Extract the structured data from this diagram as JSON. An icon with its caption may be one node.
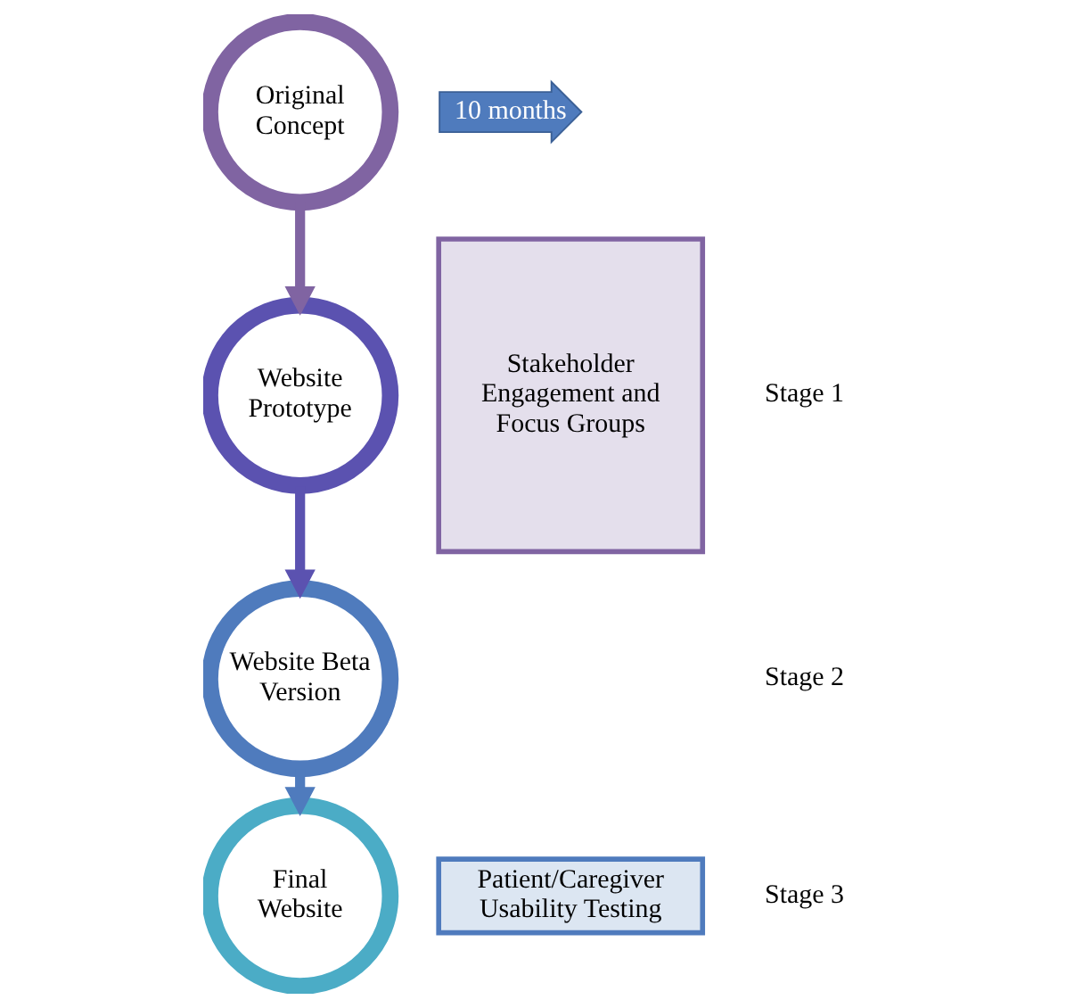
{
  "diagram": {
    "nodes": [
      {
        "text": [
          "Original Concept"
        ]
      },
      {
        "text": [
          "Website Prototype"
        ]
      },
      {
        "text": [
          "Website Beta Version"
        ]
      },
      {
        "text": [
          "Final Website"
        ]
      },
      {
        "text": [
          "Stakeholder Engagement and Focus Groups"
        ]
      },
      {
        "text": [
          "Patient/Caregiver Usability Testing"
        ]
      }
    ],
    "edges": [
      {
        "from": 0,
        "to": 1,
        "arrow": "to",
        "color": "#8064a2"
      },
      {
        "from": 1,
        "to": 2,
        "arrow": "to",
        "color": "#5b52b0"
      },
      {
        "from": 2,
        "to": 3,
        "arrow": "to",
        "color": "#4f7bbd"
      }
    ],
    "labels": [
      "10 months",
      "Stage 1",
      "Stage 2",
      "Stage 3"
    ]
  }
}
